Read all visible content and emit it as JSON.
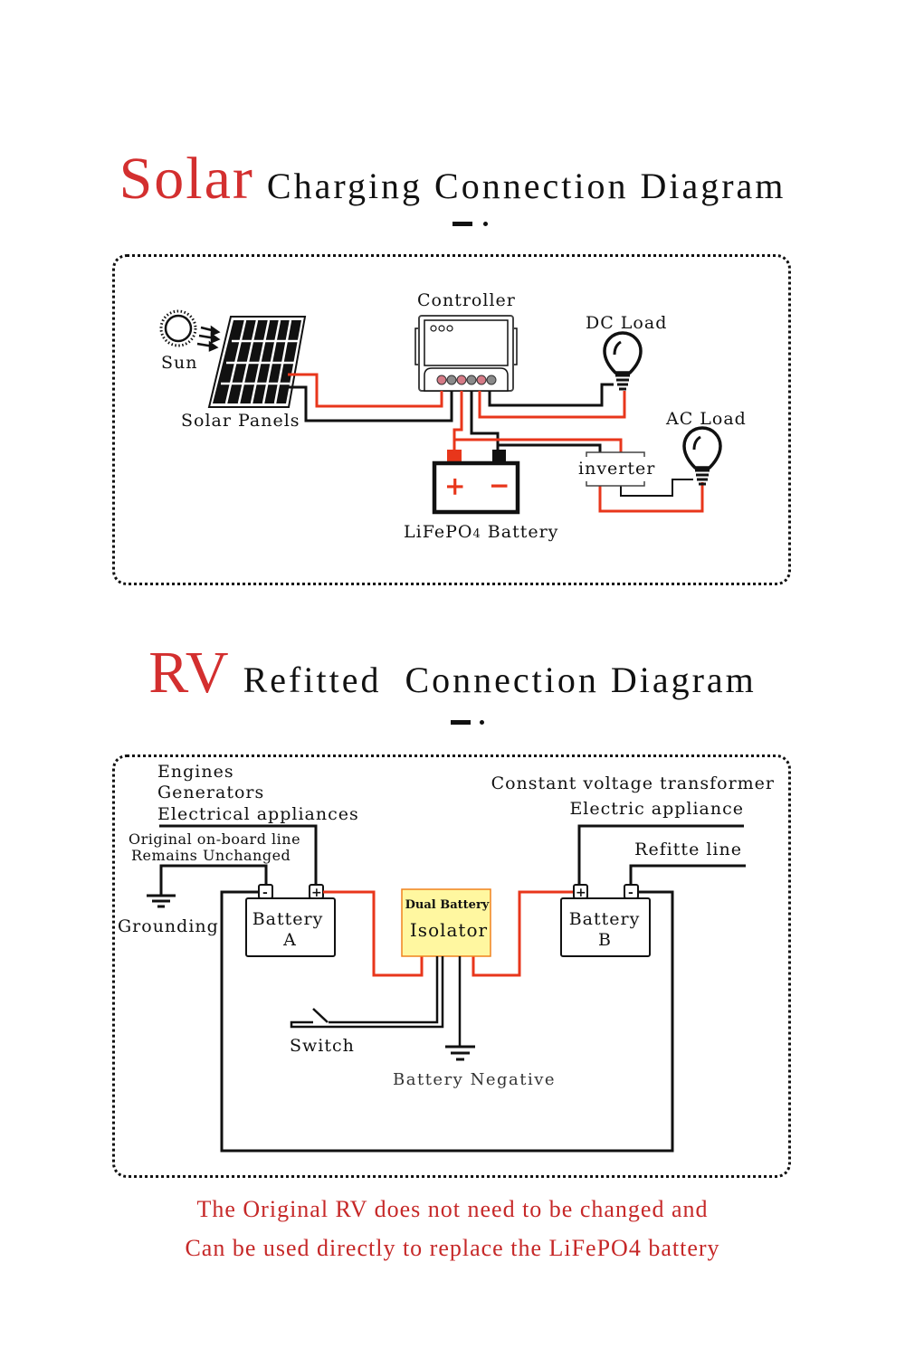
{
  "colors": {
    "accent_red": "#d32f2f",
    "wire_red": "#e8361b",
    "wire_black": "#111111",
    "isolator_fill": "#fff7a0",
    "isolator_border": "#f0821e",
    "footnote_red": "#c62828"
  },
  "solar_section": {
    "title_accent": "Solar",
    "title_rest": "Charging Connection Diagram",
    "labels": {
      "sun": "Sun",
      "solar_panels": "Solar Panels",
      "controller": "Controller",
      "dc_load": "DC Load",
      "ac_load": "AC Load",
      "inverter": "inverter",
      "battery": "LiFePO",
      "battery_subscript": "4",
      "battery_suffix": " Battery",
      "plus_sign": "+",
      "minus_sign": "−"
    },
    "icons": [
      "sun-icon",
      "solar-panel-icon",
      "controller-icon",
      "light-bulb-icon",
      "battery-icon",
      "inverter-icon"
    ]
  },
  "rv_section": {
    "title_accent": "RV",
    "title_rest": "Refitted  Connection Diagram",
    "labels": {
      "engines": "Engines",
      "generators": "Generators",
      "electrical_appliances": "Electrical appliances",
      "original_line_1": "Original on-board line",
      "original_line_2": "Remains Unchanged",
      "grounding": "Grounding",
      "battery_a_line1": "Battery",
      "battery_a_line2": "A",
      "isolator_line1": "Dual Battery",
      "isolator_line2": "Isolator",
      "battery_b_line1": "Battery",
      "battery_b_line2": "B",
      "constant_voltage": "Constant voltage transformer",
      "electric_appliance": "Electric appliance",
      "refit_line": "Refitte line",
      "switch": "Switch",
      "battery_negative": "Battery Negative",
      "terminal_plus": "+",
      "terminal_minus": "-"
    }
  },
  "footnote": {
    "line1": "The Original RV does not need to be changed and",
    "line2": "Can be used directly to replace the LiFePO4 battery"
  }
}
